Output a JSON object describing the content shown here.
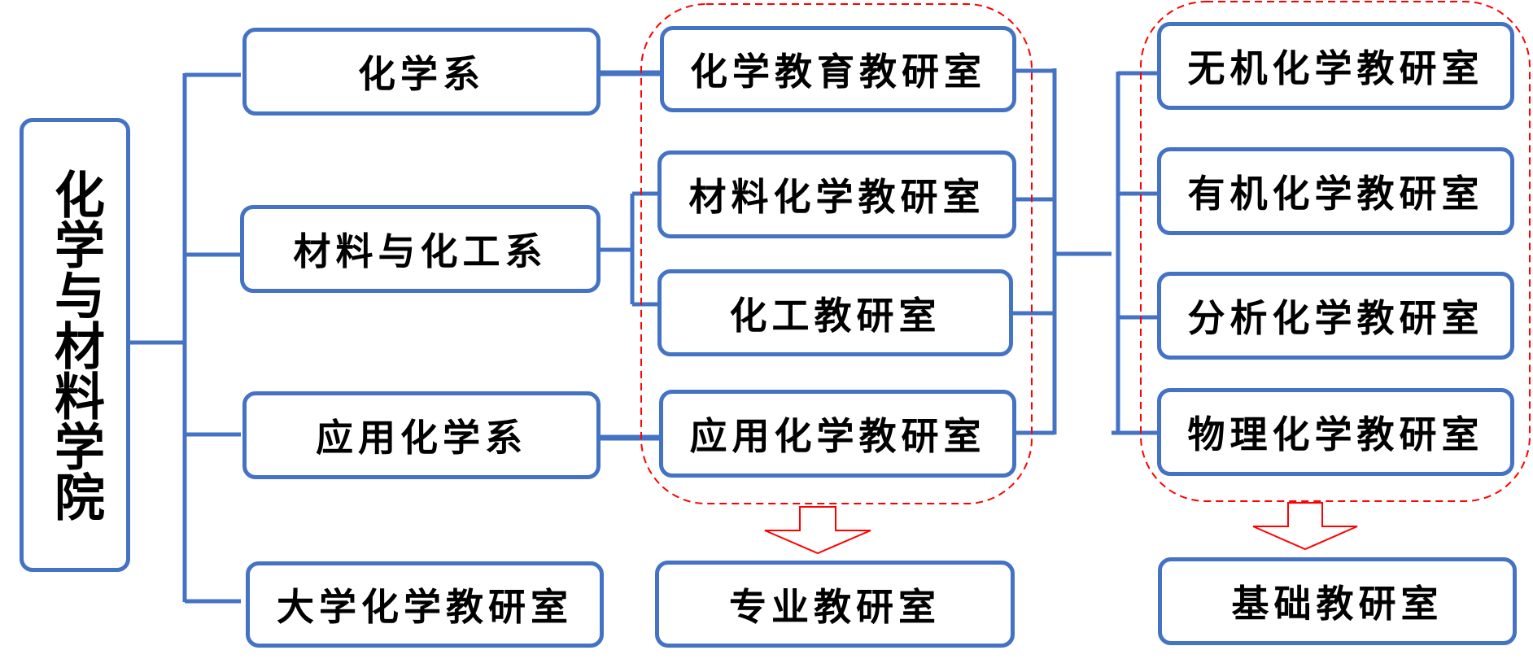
{
  "colors": {
    "box_border": "#4472c4",
    "connector": "#4472c4",
    "group_outline": "#ff0000",
    "arrow": "#ff0000",
    "text": "#000000"
  },
  "root": {
    "label": "化学与材料学院"
  },
  "departments": [
    {
      "id": "chem",
      "label": "化学系"
    },
    {
      "id": "mat",
      "label": "材料与化工系"
    },
    {
      "id": "app",
      "label": "应用化学系"
    },
    {
      "id": "univ",
      "label": "大学化学教研室"
    }
  ],
  "professional_labs": [
    {
      "label": "化学教育教研室",
      "parent": "化学系"
    },
    {
      "label": "材料化学教研室",
      "parent": "材料与化工系"
    },
    {
      "label": "化工教研室",
      "parent": "材料与化工系"
    },
    {
      "label": "应用化学教研室",
      "parent": "应用化学系"
    }
  ],
  "basic_labs": [
    {
      "label": "无机化学教研室"
    },
    {
      "label": "有机化学教研室"
    },
    {
      "label": "分析化学教研室"
    },
    {
      "label": "物理化学教研室"
    }
  ],
  "summary": {
    "professional": "专业教研室",
    "basic": "基础教研室"
  }
}
